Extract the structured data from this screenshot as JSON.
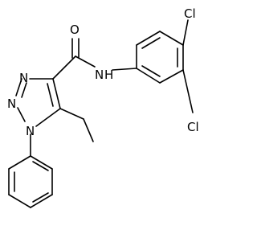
{
  "structure": {
    "atoms": {
      "carbonyl_oxygen": "O",
      "amide_nitrogen": "N",
      "amide_hydrogen": "H",
      "triazole_n3": "N",
      "triazole_n2": "N",
      "triazole_n1": "N",
      "chlorine_top": "Cl",
      "chlorine_bottom": "Cl"
    }
  }
}
